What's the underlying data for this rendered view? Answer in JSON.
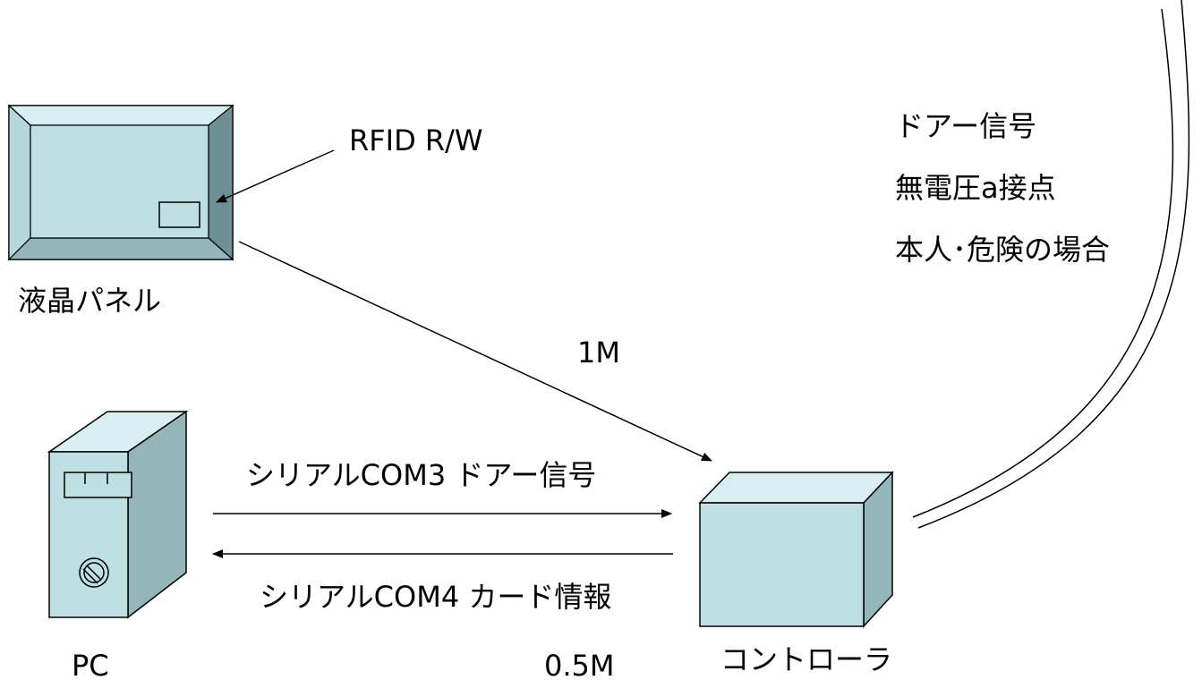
{
  "colors": {
    "fill": "#c0dfe3",
    "stroke": "#000000"
  },
  "nodes": {
    "lcd_panel": "液晶パネル",
    "pc": "PC",
    "controller": "コントローラ"
  },
  "labels": {
    "rfid": "RFID R/W",
    "link_1m": "1M",
    "com3": "シリアルCOM3 ドアー信号",
    "com4": "シリアルCOM4 カード情報",
    "link_05m": "0.5M",
    "door_signal": "ドアー信号",
    "dry_contact": "無電圧a接点",
    "condition": "本人･危険の場合"
  },
  "icons": [
    "lcd-panel-icon",
    "pc-tower-icon",
    "controller-box-icon"
  ]
}
